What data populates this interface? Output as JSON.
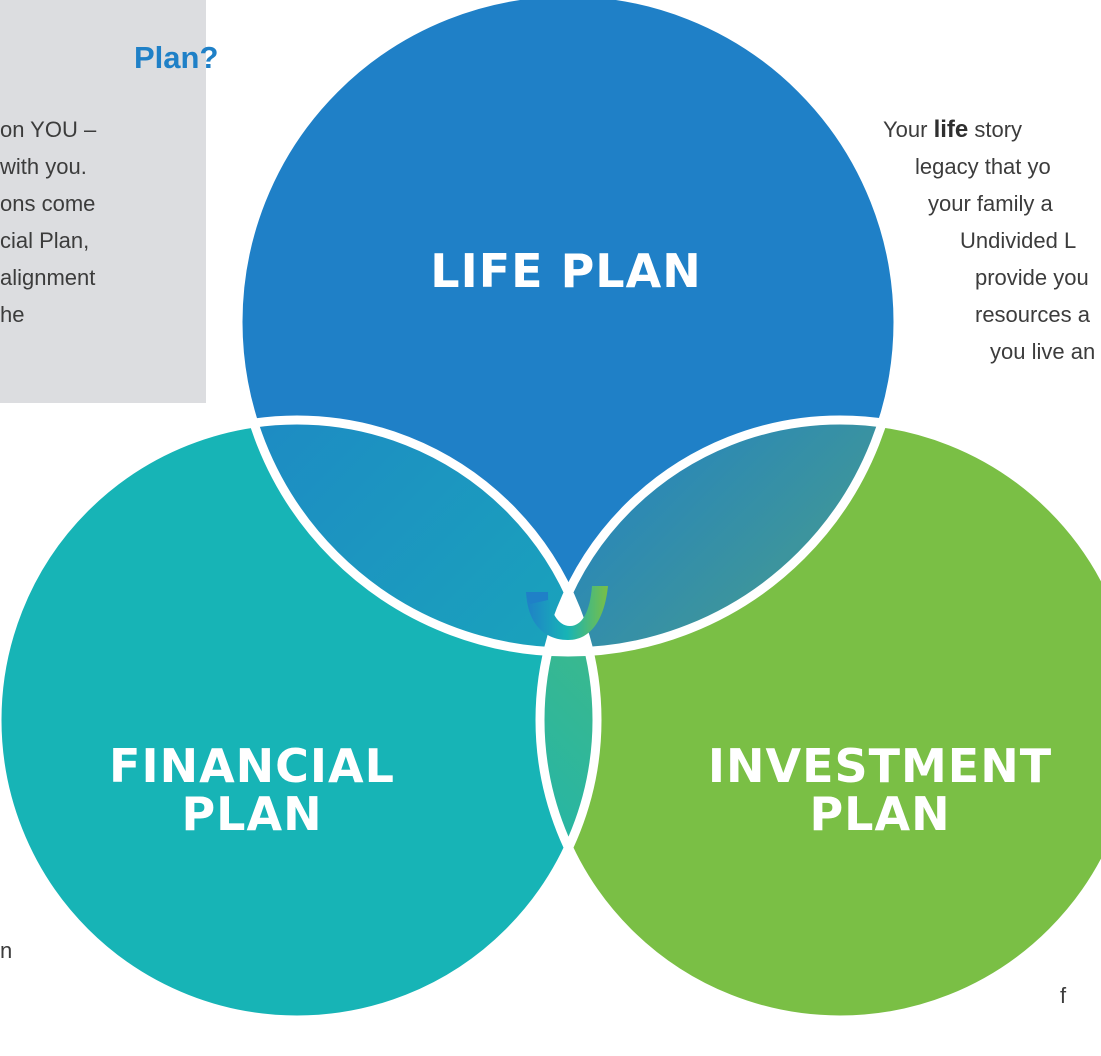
{
  "sidebar": {
    "title": "Plan?",
    "lines": [
      "on YOU –",
      "with you.",
      "ons come",
      "cial Plan,",
      "alignment",
      "he"
    ]
  },
  "right_text": {
    "line1_pre": "Your ",
    "line1_bold": "life",
    "line1_post": " story",
    "lines": [
      "legacy that yo",
      "your family a",
      "Undivided L",
      "provide you",
      "resources a",
      "you live an"
    ]
  },
  "stray_text": {
    "left": "n",
    "right": "f"
  },
  "venn": {
    "life": {
      "line1": "LIFE PLAN"
    },
    "financial": {
      "line1": "FINANCIAL",
      "line2": "PLAN"
    },
    "investment": {
      "line1": "INVESTMENT",
      "line2": "PLAN"
    },
    "colors": {
      "life": "#1f80c7",
      "financial": "#17b4b6",
      "investment": "#7abf45"
    }
  },
  "logo": {
    "icon": "u-logo-icon"
  }
}
